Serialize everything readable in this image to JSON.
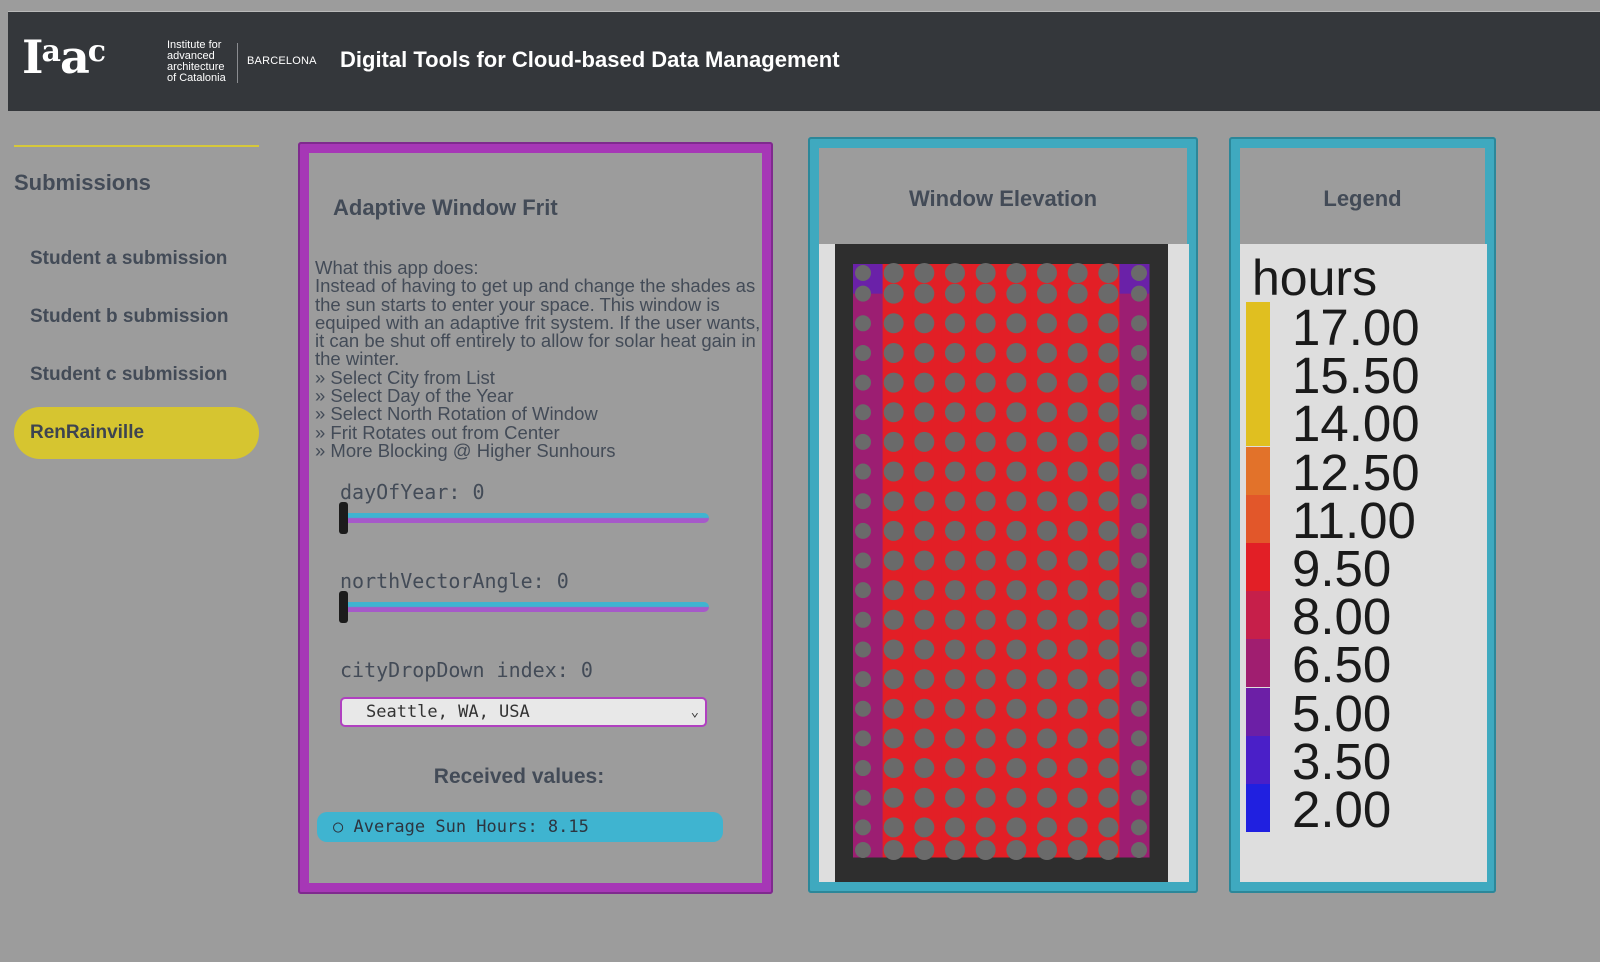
{
  "header": {
    "logo_mark": "Iaac",
    "logo_lines": [
      "Institute for",
      "advanced",
      "architecture",
      "of Catalonia"
    ],
    "logo_city": "BARCELONA",
    "title": "Digital Tools for Cloud-based Data Management"
  },
  "sidebar": {
    "title": "Submissions",
    "items": [
      {
        "label": "Student a submission",
        "active": false
      },
      {
        "label": "Student b submission",
        "active": false
      },
      {
        "label": "Student c submission",
        "active": false
      },
      {
        "label": "RenRainville",
        "active": true
      }
    ]
  },
  "frit_panel": {
    "title": "Adaptive Window Frit",
    "desc_heading": "What this app does:",
    "desc_body": "Instead of having to get up and change the shades as the sun starts to enter your space. This window is equiped with an adaptive frit system. If the user wants, it can be shut off entirely to allow for solar heat gain in the winter.",
    "bullets": [
      "» Select City from List",
      "» Select Day of the Year",
      "» Select North Rotation of Window",
      "» Frit Rotates out from Center",
      "» More Blocking @ Higher Sunhours"
    ],
    "slider_day_label": "dayOfYear: 0",
    "slider_day_value": 0,
    "slider_north_label": "northVectorAngle: 0",
    "slider_north_value": 0,
    "dropdown_label": "cityDropDown index: 0",
    "dropdown_value": "Seattle, WA, USA",
    "received_title": "Received values:",
    "received_item": "○ Average Sun Hours: 8.15"
  },
  "elevation_panel": {
    "title": "Window Elevation",
    "colors": {
      "background": "#dedede",
      "frame": "#2e2e2e",
      "center": "#e21f26",
      "edge": "#9c1e72",
      "corner": "#6a21a8",
      "dot": "#6a6a6a"
    }
  },
  "legend_panel": {
    "title": "Legend",
    "unit": "hours",
    "entries": [
      {
        "label": "17.00",
        "color": "#e0bf20"
      },
      {
        "label": "15.50",
        "color": "#e0bf20"
      },
      {
        "label": "14.00",
        "color": "#e0bf20"
      },
      {
        "label": "12.50",
        "color": "#e2722a"
      },
      {
        "label": "11.00",
        "color": "#e2572a"
      },
      {
        "label": "9.50",
        "color": "#e21f26"
      },
      {
        "label": "8.00",
        "color": "#c61f4a"
      },
      {
        "label": "6.50",
        "color": "#a01e70"
      },
      {
        "label": "5.00",
        "color": "#6c1fa6"
      },
      {
        "label": "3.50",
        "color": "#4a1fc8"
      },
      {
        "label": "2.00",
        "color": "#2020e0"
      }
    ]
  }
}
